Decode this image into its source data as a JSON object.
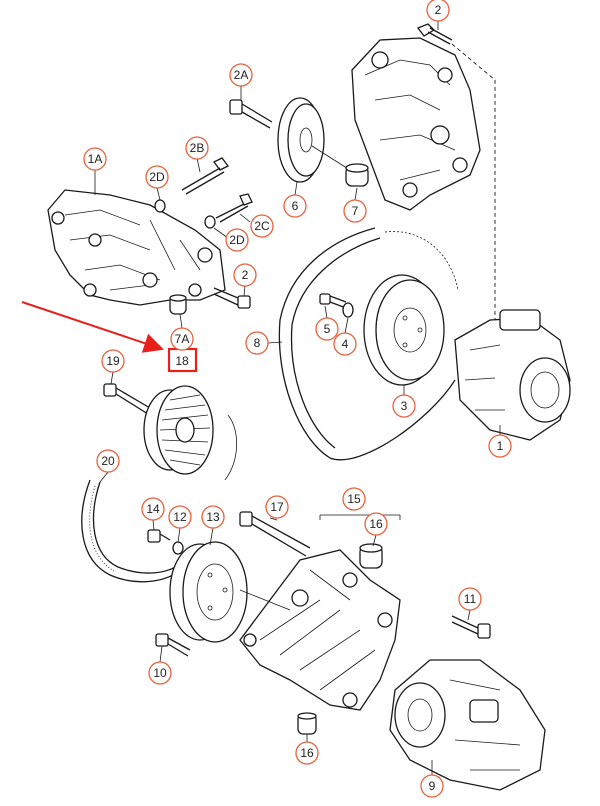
{
  "callouts": {
    "c2_top": "2",
    "c2A": "2A",
    "c1A": "1A",
    "c2B": "2B",
    "c2D_a": "2D",
    "c2C": "2C",
    "c2D_b": "2D",
    "c6": "6",
    "c7": "7",
    "c2_mid": "2",
    "c7A": "7A",
    "c18": "18",
    "c8": "8",
    "c5": "5",
    "c4": "4",
    "c3": "3",
    "c1": "1",
    "c19": "19",
    "c20": "20",
    "c14": "14",
    "c12": "12",
    "c13": "13",
    "c17": "17",
    "c15": "15",
    "c16_a": "16",
    "c11": "11",
    "c10": "10",
    "c16_b": "16",
    "c9": "9"
  },
  "colors": {
    "callout_circle": "#e8603c",
    "highlight_box": "#e8201c",
    "arrow": "#e8201c",
    "line_art": "#1a1a1a"
  },
  "highlight": {
    "target_label": "18"
  }
}
